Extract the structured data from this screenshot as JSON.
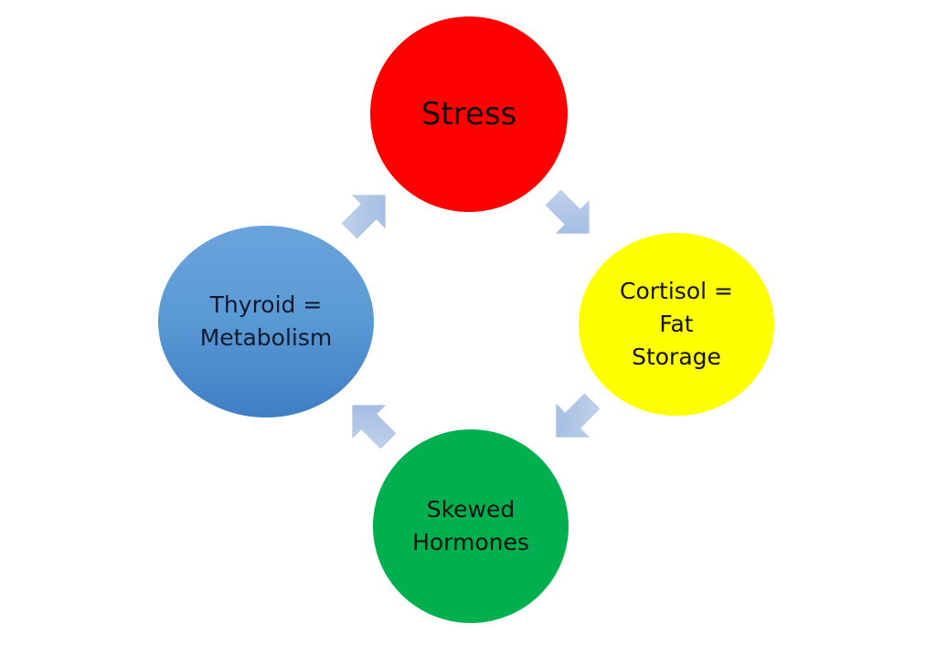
{
  "diagram": {
    "nodes": [
      {
        "id": "stress",
        "label": "Stress",
        "color": "#ff0000"
      },
      {
        "id": "cortisol",
        "label": "Cortisol =\nFat\nStorage",
        "color": "#ffff00"
      },
      {
        "id": "hormones",
        "label": "Skewed\nHormones",
        "color": "#00b04f"
      },
      {
        "id": "thyroid",
        "label": "Thyroid =\nMetabolism",
        "color": "#5b9bd5"
      }
    ],
    "edges": [
      {
        "from": "stress",
        "to": "cortisol"
      },
      {
        "from": "cortisol",
        "to": "hormones"
      },
      {
        "from": "hormones",
        "to": "thyroid"
      },
      {
        "from": "thyroid",
        "to": "stress"
      }
    ],
    "arrow_color": "#a9c1e3"
  }
}
